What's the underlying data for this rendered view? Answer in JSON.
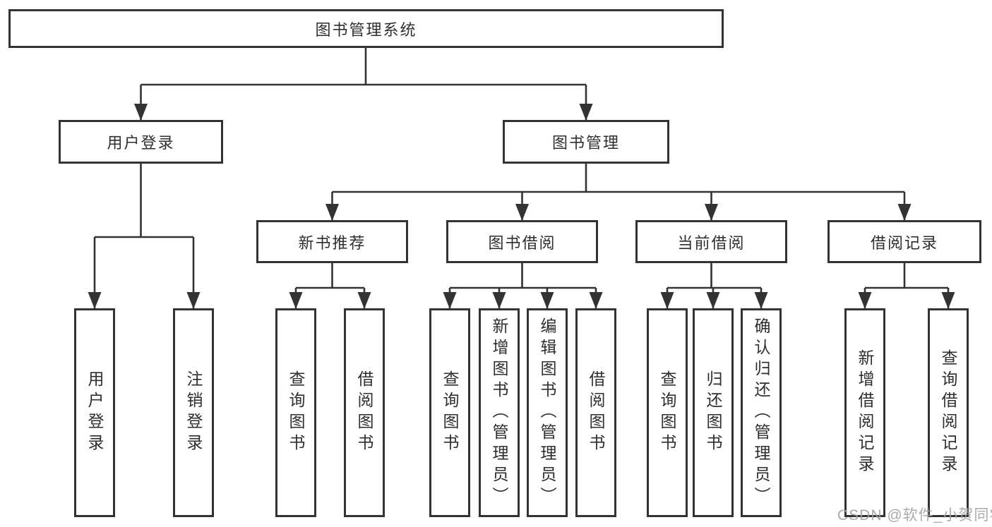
{
  "title": "图书管理系统",
  "colors": {
    "line": "#333333",
    "box_border": "#333333",
    "text": "#2e2e2e",
    "watermark": "#a3a3a3",
    "background": "#ffffff"
  },
  "diagram": {
    "root": {
      "label": "图书管理系统"
    },
    "level2": [
      {
        "label": "用户登录"
      },
      {
        "label": "图书管理"
      }
    ],
    "level3": [
      {
        "label": "新书推荐"
      },
      {
        "label": "图书借阅"
      },
      {
        "label": "当前借阅"
      },
      {
        "label": "借阅记录"
      }
    ],
    "leaves": {
      "user_login": [
        "用户登录",
        "注销登录"
      ],
      "new_book": [
        "查询图书",
        "借阅图书"
      ],
      "book_borrow": [
        "查询图书",
        "新增图书（管理员）",
        "编辑图书（管理员）",
        "借阅图书"
      ],
      "current_borrow": [
        "查询图书",
        "归还图书",
        "确认归还（管理员）"
      ],
      "borrow_records": [
        "新增借阅记录",
        "查询借阅记录"
      ]
    }
  },
  "watermark": "CSDN @软件_小贺同学"
}
